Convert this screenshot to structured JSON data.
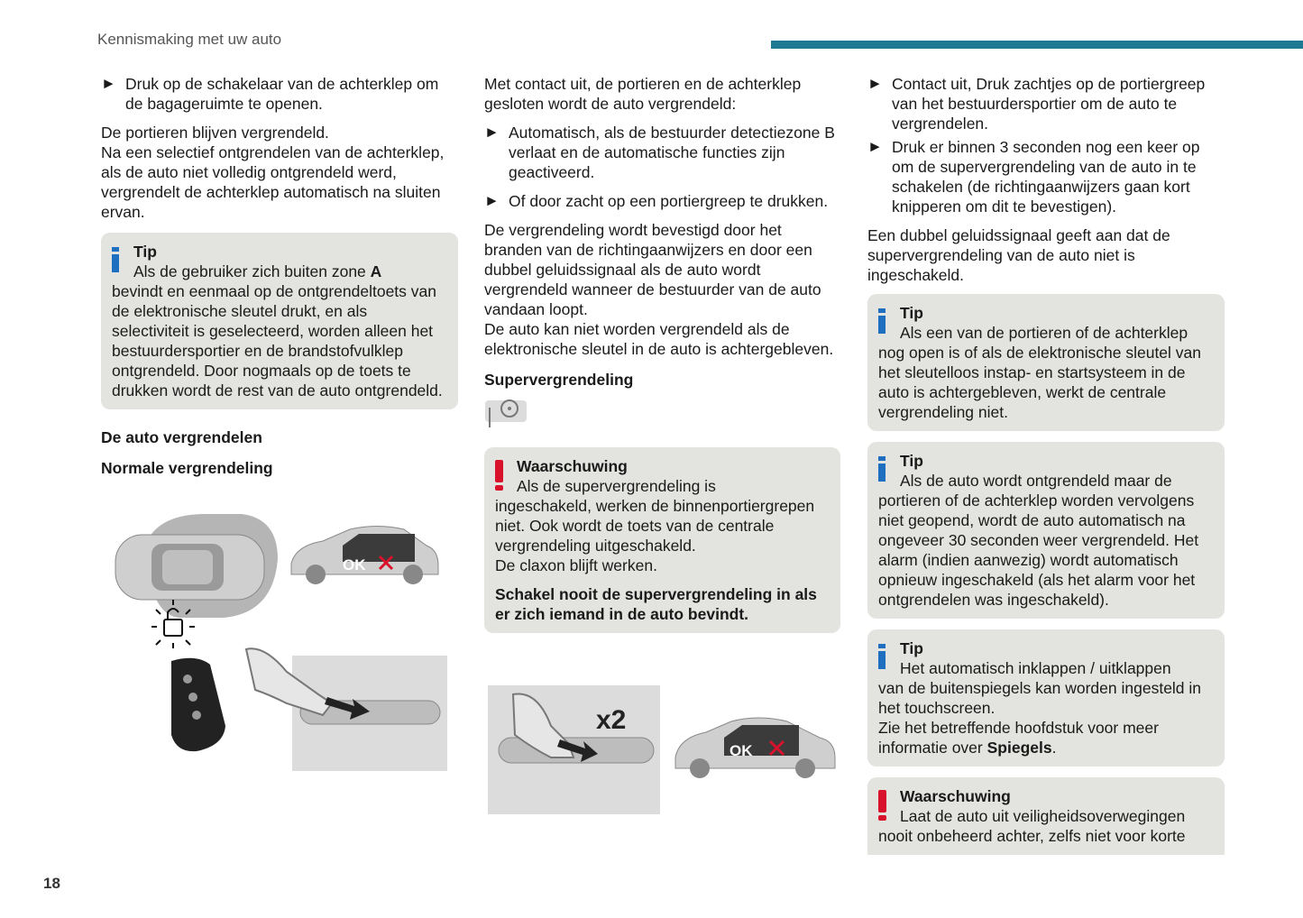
{
  "header": {
    "title": "Kennismaking met uw auto"
  },
  "page_number": "18",
  "col1": {
    "bullet1": "Druk op de schakelaar van de achterklep om de bagageruimte te openen.",
    "p1": "De portieren blijven vergrendeld.",
    "p2": "Na een selectief ontgrendelen van de achterklep, als de auto niet volledig ontgrendeld werd, vergrendelt de achterklep automatisch na sluiten ervan.",
    "tip": {
      "title": "Tip",
      "first_a": "Als de gebruiker zich buiten zone ",
      "first_b": "A",
      "rest": "bevindt en eenmaal op de ontgrendeltoets van de elektronische sleutel drukt, en als selectiviteit is geselecteerd, worden alleen het bestuurdersportier en de brandstofvulklep ontgrendeld. Door nogmaals op de toets te drukken wordt de rest van de auto ontgrendeld."
    },
    "h1": "De auto vergrendelen",
    "h2": "Normale vergrendeling",
    "figure": {
      "ok_label": "OK"
    }
  },
  "col2": {
    "p1": "Met contact uit, de portieren en de achterklep gesloten wordt de auto vergrendeld:",
    "bullet1": "Automatisch, als de bestuurder detectiezone B verlaat en de automatische functies zijn geactiveerd.",
    "bullet2": "Of door zacht op een portiergreep te drukken.",
    "p2": "De vergrendeling wordt bevestigd door het branden van de richtingaanwijzers en door een dubbel geluidssignaal als de auto wordt vergrendeld wanneer de bestuurder van de auto vandaan loopt.",
    "p3": "De auto kan niet worden vergrendeld als de elektronische sleutel in de auto is achtergebleven.",
    "h1": "Supervergrendeling",
    "warning": {
      "title": "Waarschuwing",
      "first": "Als de supervergrendeling is",
      "rest": "ingeschakeld, werken de binnenportiergrepen niet. Ook wordt de toets van de centrale vergrendeling uitgeschakeld.",
      "line2": "De claxon blijft werken.",
      "bold": "Schakel nooit de supervergrendeling in als er zich iemand in de auto bevindt."
    },
    "figure": {
      "x2_label": "x2",
      "ok_label": "OK"
    }
  },
  "col3": {
    "bullet1": "Contact uit, Druk zachtjes op de portiergreep van het bestuurdersportier om de auto te vergrendelen.",
    "bullet2": "Druk er binnen 3 seconden nog een keer op om de supervergrendeling van de auto in te schakelen (de richtingaanwijzers gaan kort knipperen om dit te bevestigen).",
    "p1": "Een dubbel geluidssignaal geeft aan dat de supervergrendeling van de auto niet is ingeschakeld.",
    "tip1": {
      "title": "Tip",
      "first": "Als een van de portieren of de achterklep",
      "rest": "nog open is of als de elektronische sleutel van het sleutelloos instap- en startsysteem in de auto is achtergebleven, werkt de centrale vergrendeling niet."
    },
    "tip2": {
      "title": "Tip",
      "first": "Als de auto wordt ontgrendeld maar de",
      "rest": "portieren of de achterklep worden vervolgens niet geopend, wordt de auto automatisch na ongeveer 30 seconden weer vergrendeld. Het alarm (indien aanwezig) wordt automatisch opnieuw ingeschakeld (als het alarm voor het ontgrendelen was ingeschakeld)."
    },
    "tip3": {
      "title": "Tip",
      "first": "Het automatisch inklappen / uitklappen",
      "rest": "van de buitenspiegels kan worden ingesteld in het touchscreen.",
      "line2": "Zie het betreffende hoofdstuk voor meer informatie over ",
      "bold": "Spiegels",
      "end": "."
    },
    "warning": {
      "title": "Waarschuwing",
      "first": "Laat de auto uit veiligheidsoverwegingen",
      "rest": "nooit onbeheerd achter, zelfs niet voor korte"
    }
  }
}
